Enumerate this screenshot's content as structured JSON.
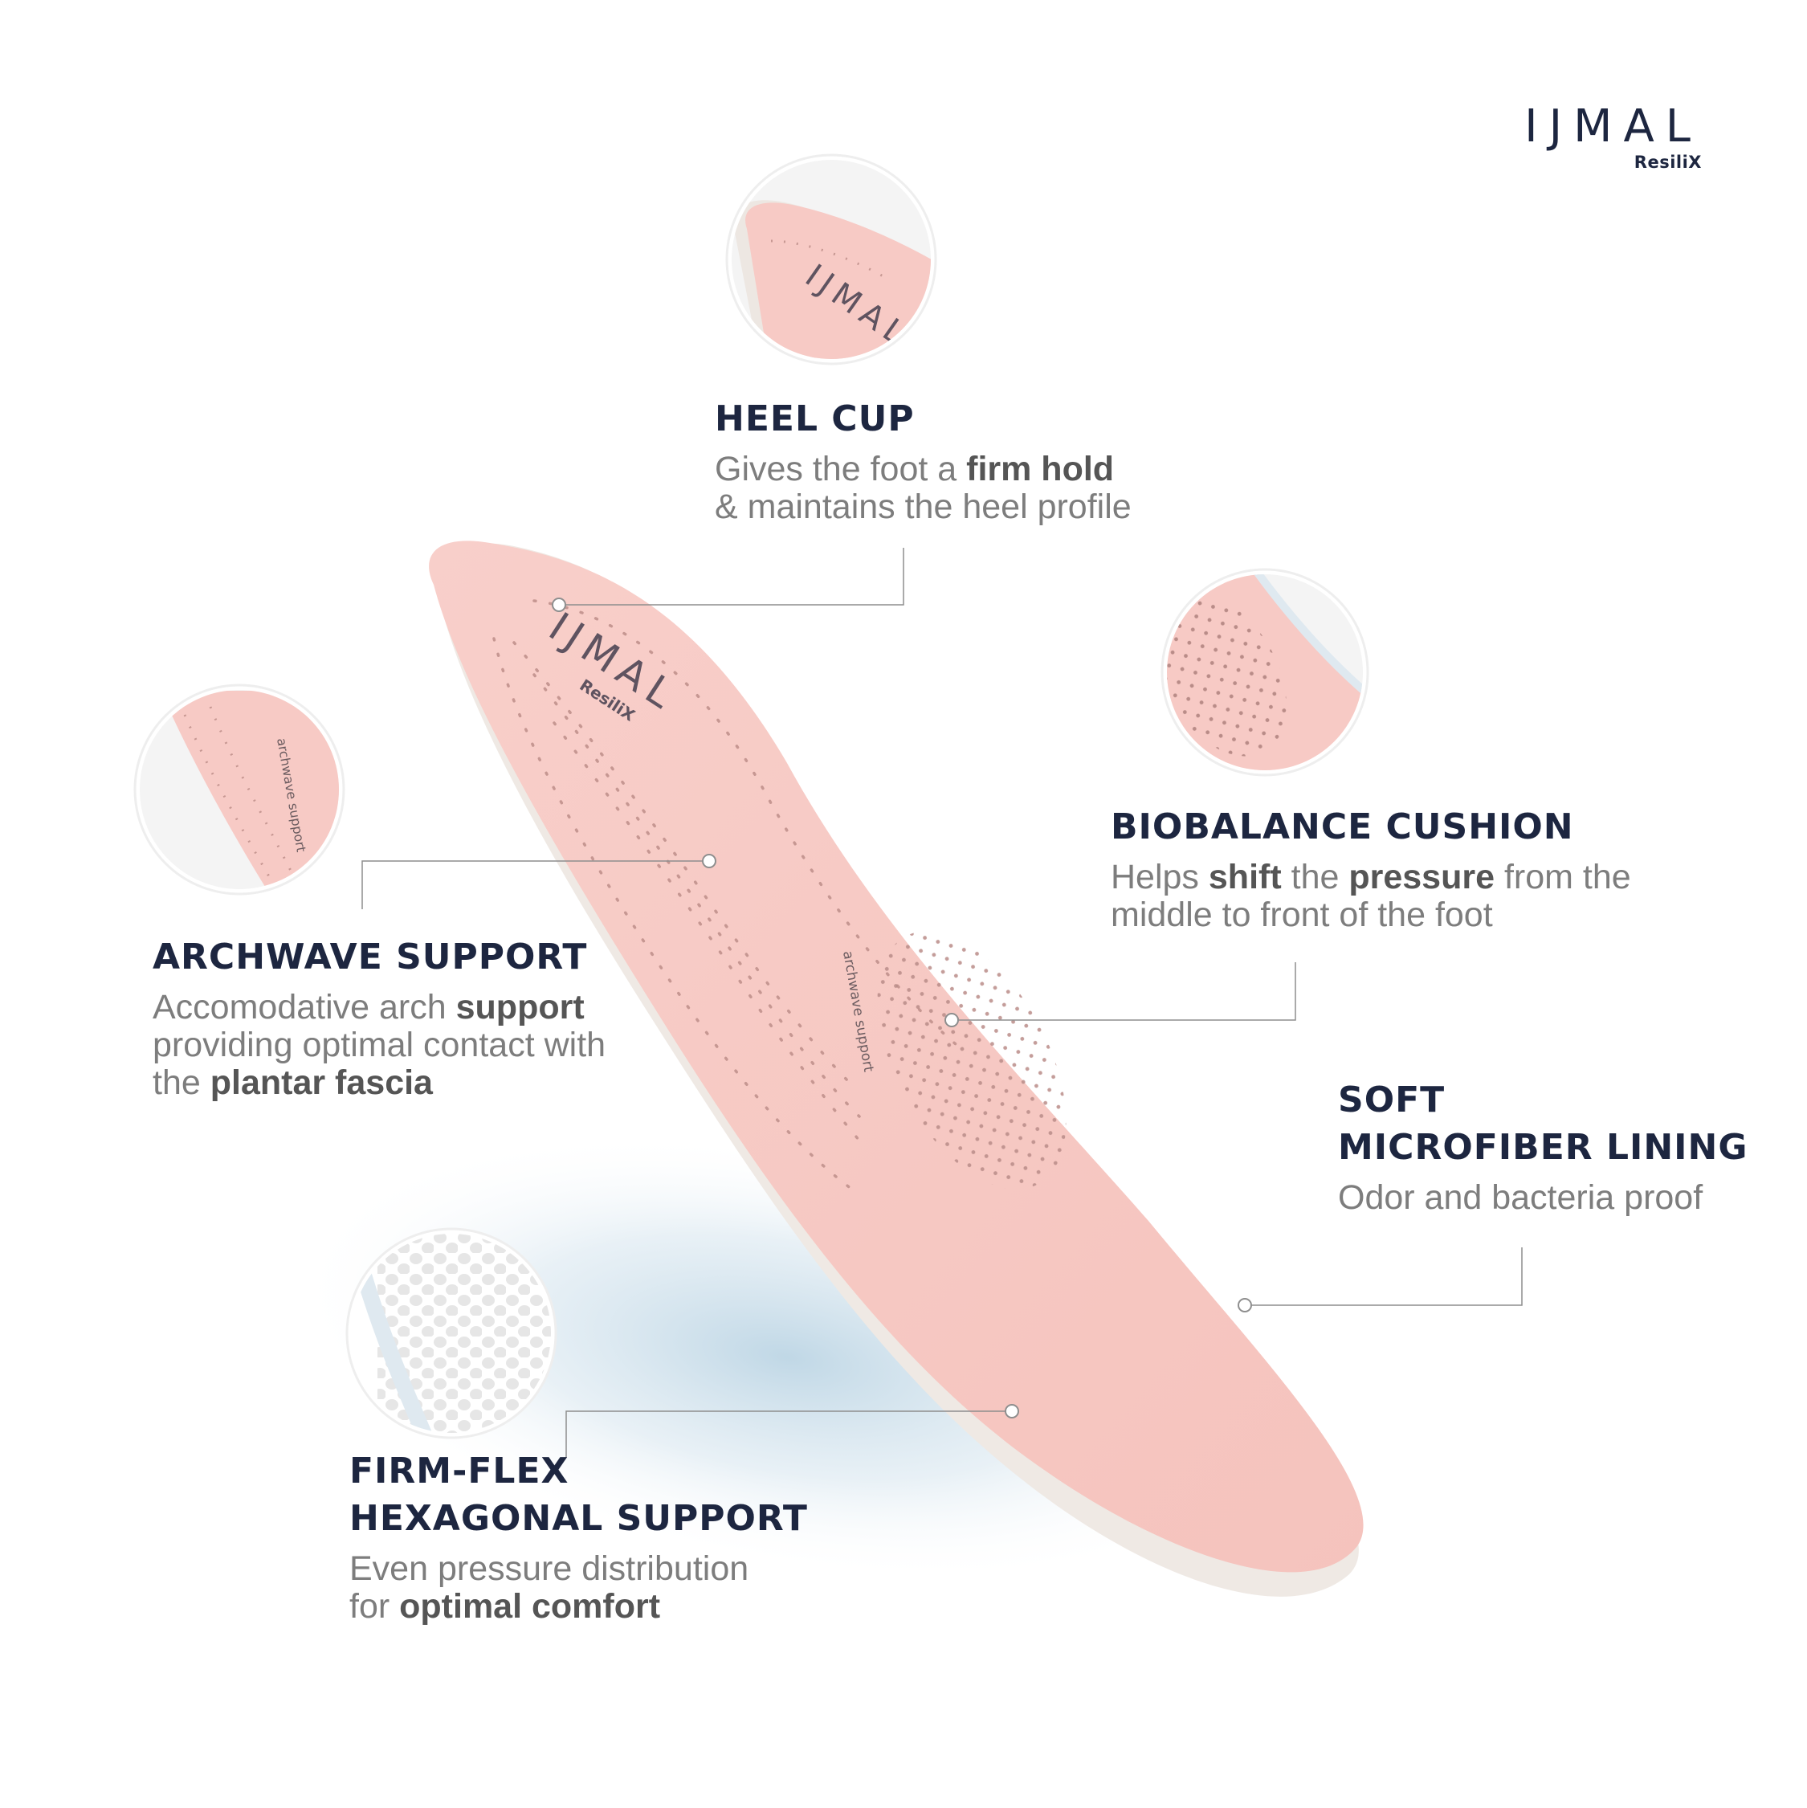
{
  "brand": {
    "wordmark": "IJMAL",
    "sub": "ResiliX"
  },
  "insole": {
    "logo_word": "IJMAL",
    "logo_sub": "ResiliX",
    "arch_print": "archwave support"
  },
  "features": {
    "heel_cup": {
      "title": "HEEL CUP",
      "desc": [
        "Gives the foot a ",
        {
          "b": "firm hold"
        },
        "\n& maintains the heel profile"
      ]
    },
    "biobalance": {
      "title": "BIOBALANCE CUSHION",
      "desc": [
        "Helps ",
        {
          "b": "shift"
        },
        " the ",
        {
          "b": "pressure"
        },
        " from the\nmiddle to front of the foot"
      ]
    },
    "archwave": {
      "title": "ARCHWAVE SUPPORT",
      "desc": [
        "Accomodative arch ",
        {
          "b": "support"
        },
        "\nproviding optimal contact with\nthe ",
        {
          "b": "plantar fascia"
        }
      ]
    },
    "microfiber": {
      "title_line1": "SOFT",
      "title_line2": "MICROFIBER LINING",
      "desc": [
        "Odor and bacteria proof"
      ]
    },
    "firmflex": {
      "title_line1": "FIRM-FLEX",
      "title_line2": "HEXAGONAL SUPPORT",
      "desc": [
        "Even pressure distribution\nfor ",
        {
          "b": "optimal comfort"
        }
      ]
    }
  },
  "colors": {
    "insole_pink": "#f7cac5",
    "insole_base": "#f1ece8",
    "heading": "#1d2640",
    "desc": "#7d7d7d",
    "callout_line": "#8e8e8e",
    "shadow_blue": "#c8dce8"
  }
}
